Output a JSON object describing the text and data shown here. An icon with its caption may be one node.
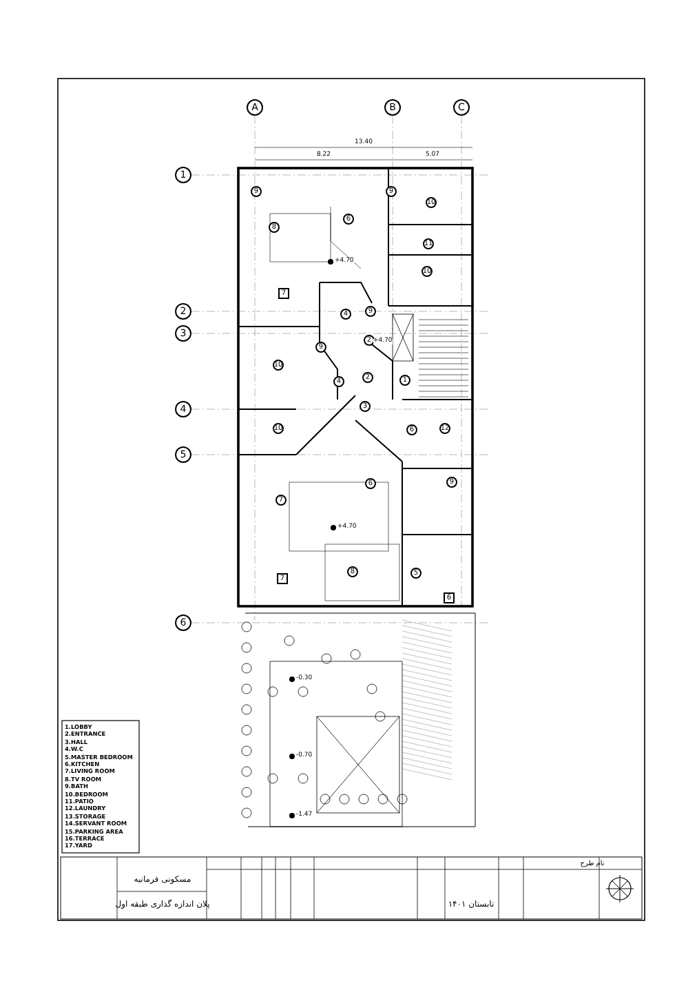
{
  "diagram": {
    "nodes": [
      {
        "text": [
          "A"
        ]
      },
      {
        "text": [
          "B"
        ]
      },
      {
        "text": [
          "C"
        ]
      },
      {
        "text": [
          "1"
        ]
      },
      {
        "text": [
          "2"
        ]
      },
      {
        "text": [
          "3"
        ]
      },
      {
        "text": [
          "4"
        ]
      },
      {
        "text": [
          "5"
        ]
      },
      {
        "text": [
          "6"
        ]
      },
      {
        "text": [
          "9"
        ]
      },
      {
        "text": [
          "8"
        ]
      },
      {
        "text": [
          "6"
        ]
      },
      {
        "text": [
          "9"
        ]
      },
      {
        "text": [
          "10"
        ]
      },
      {
        "text": [
          "11"
        ]
      },
      {
        "text": [
          "10"
        ]
      },
      {
        "text": [
          "7"
        ]
      },
      {
        "text": [
          "4"
        ]
      },
      {
        "text": [
          "9"
        ]
      },
      {
        "text": [
          "2"
        ]
      },
      {
        "text": [
          "9"
        ]
      },
      {
        "text": [
          "10"
        ]
      },
      {
        "text": [
          "4"
        ]
      },
      {
        "text": [
          "2"
        ]
      },
      {
        "text": [
          "1"
        ]
      },
      {
        "text": [
          "3"
        ]
      },
      {
        "text": [
          "10"
        ]
      },
      {
        "text": [
          "6"
        ]
      },
      {
        "text": [
          "12"
        ]
      },
      {
        "text": [
          "6"
        ]
      },
      {
        "text": [
          "9"
        ]
      },
      {
        "text": [
          "7"
        ]
      },
      {
        "text": [
          "7"
        ]
      },
      {
        "text": [
          "8"
        ]
      },
      {
        "text": [
          "5"
        ]
      },
      {
        "text": [
          "6"
        ]
      }
    ],
    "labels": [
      "13.40",
      "8.22",
      "5.07",
      "+4.70",
      "+4.70",
      "+4.70",
      "-0.30",
      "-0.70",
      "-1.47",
      "1.LOBBY",
      "2.ENTRANCE",
      "3.HALL",
      "4.W.C",
      "5.MASTER BEDROOM",
      "6.KITCHEN",
      "7.LIVING ROOM",
      "8.TV ROOM",
      "9.BATH",
      "10.BEDROOM",
      "11.PATIO",
      "12.LAUNDRY",
      "13.STORAGE",
      "14.SERVANT ROOM",
      "15.PARKING AREA",
      "16.TERRACE",
      "17.YARD",
      "نام طرح",
      "مسکونی فرمانیه",
      "پلان اندازه گذاری طبقه اول",
      "تابستان ۱۴۰۱"
    ]
  }
}
